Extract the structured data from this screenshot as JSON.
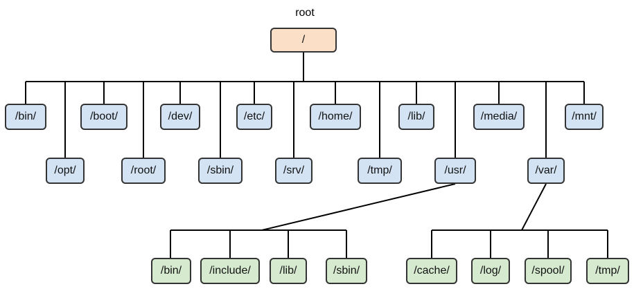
{
  "root": {
    "caption": "root",
    "label": "/"
  },
  "top_level_row1": [
    {
      "label": "/bin/"
    },
    {
      "label": "/boot/"
    },
    {
      "label": "/dev/"
    },
    {
      "label": "/etc/"
    },
    {
      "label": "/home/"
    },
    {
      "label": "/lib/"
    },
    {
      "label": "/media/"
    },
    {
      "label": "/mnt/"
    }
  ],
  "top_level_row2": [
    {
      "label": "/opt/"
    },
    {
      "label": "/root/"
    },
    {
      "label": "/sbin/"
    },
    {
      "label": "/srv/"
    },
    {
      "label": "/tmp/"
    },
    {
      "label": "/usr/"
    },
    {
      "label": "/var/"
    }
  ],
  "usr_children": [
    {
      "label": "/bin/"
    },
    {
      "label": "/include/"
    },
    {
      "label": "/lib/"
    },
    {
      "label": "/sbin/"
    }
  ],
  "var_children": [
    {
      "label": "/cache/"
    },
    {
      "label": "/log/"
    },
    {
      "label": "/spool/"
    },
    {
      "label": "/tmp/"
    }
  ],
  "colors": {
    "root_fill": "#fbe0c7",
    "top_fill": "#d3e3f4",
    "sub_fill": "#d6ead0",
    "border": "#333333",
    "line": "#000000"
  }
}
